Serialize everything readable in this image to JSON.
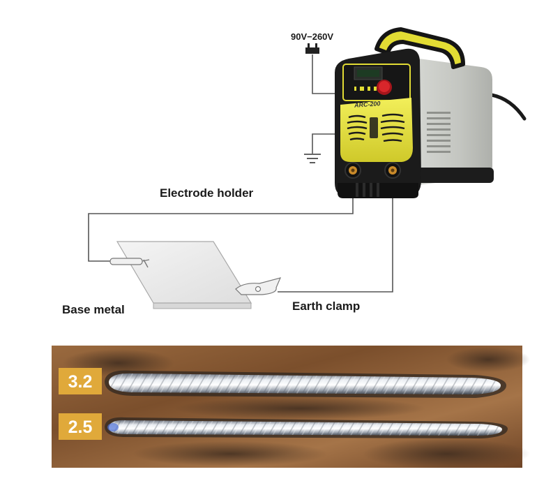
{
  "diagram": {
    "voltage_label": "90V−260V",
    "model_label": "ARC-200",
    "labels": {
      "electrode_holder": "Electrode holder",
      "base_metal": "Base metal",
      "earth_clamp": "Earth clamp"
    },
    "icons": [
      "power-plug-icon",
      "ground-symbol-icon"
    ]
  },
  "weld_samples": [
    {
      "badge": "3.2"
    },
    {
      "badge": "2.5"
    }
  ],
  "colors": {
    "machine_yellow": "#e8e23a",
    "machine_body": "#c9cbc6",
    "badge_bg": "#e0a93a",
    "badge_text": "#ffffff",
    "knob_red": "#d8262b",
    "rust": "#8a5a34"
  }
}
